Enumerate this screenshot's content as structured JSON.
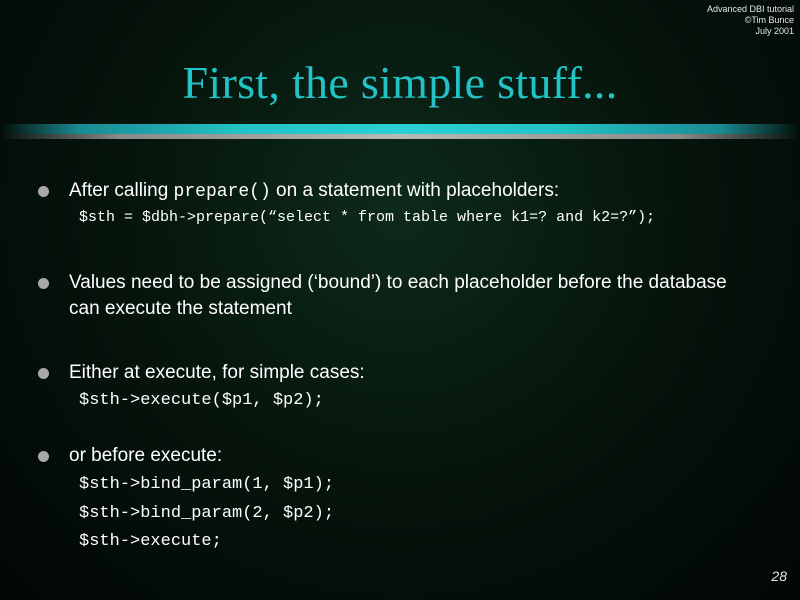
{
  "header": {
    "meta_line1": "Advanced DBI tutorial",
    "meta_line2": "©Tim Bunce",
    "meta_line3": "July 2001"
  },
  "slide": {
    "title": "First, the simple stuff...",
    "bullets": [
      {
        "text_before": "After calling ",
        "inline_code": "prepare()",
        "text_after": " on a statement with placeholders:"
      },
      {
        "text": "Values need to be assigned (‘bound’) to each placeholder before the database can execute the statement"
      },
      {
        "text": "Either at execute, for simple cases:"
      },
      {
        "text": "or before execute:"
      }
    ],
    "code": {
      "prepare_line": "$sth = $dbh->prepare(“select * from table where k1=? and k2=?”);",
      "execute_line": "$sth->execute($p1, $p2);",
      "bind_lines": [
        "$sth->bind_param(1, $p1);",
        "$sth->bind_param(2, $p2);",
        "$sth->execute;"
      ]
    }
  },
  "footer": {
    "page_number": "28"
  }
}
